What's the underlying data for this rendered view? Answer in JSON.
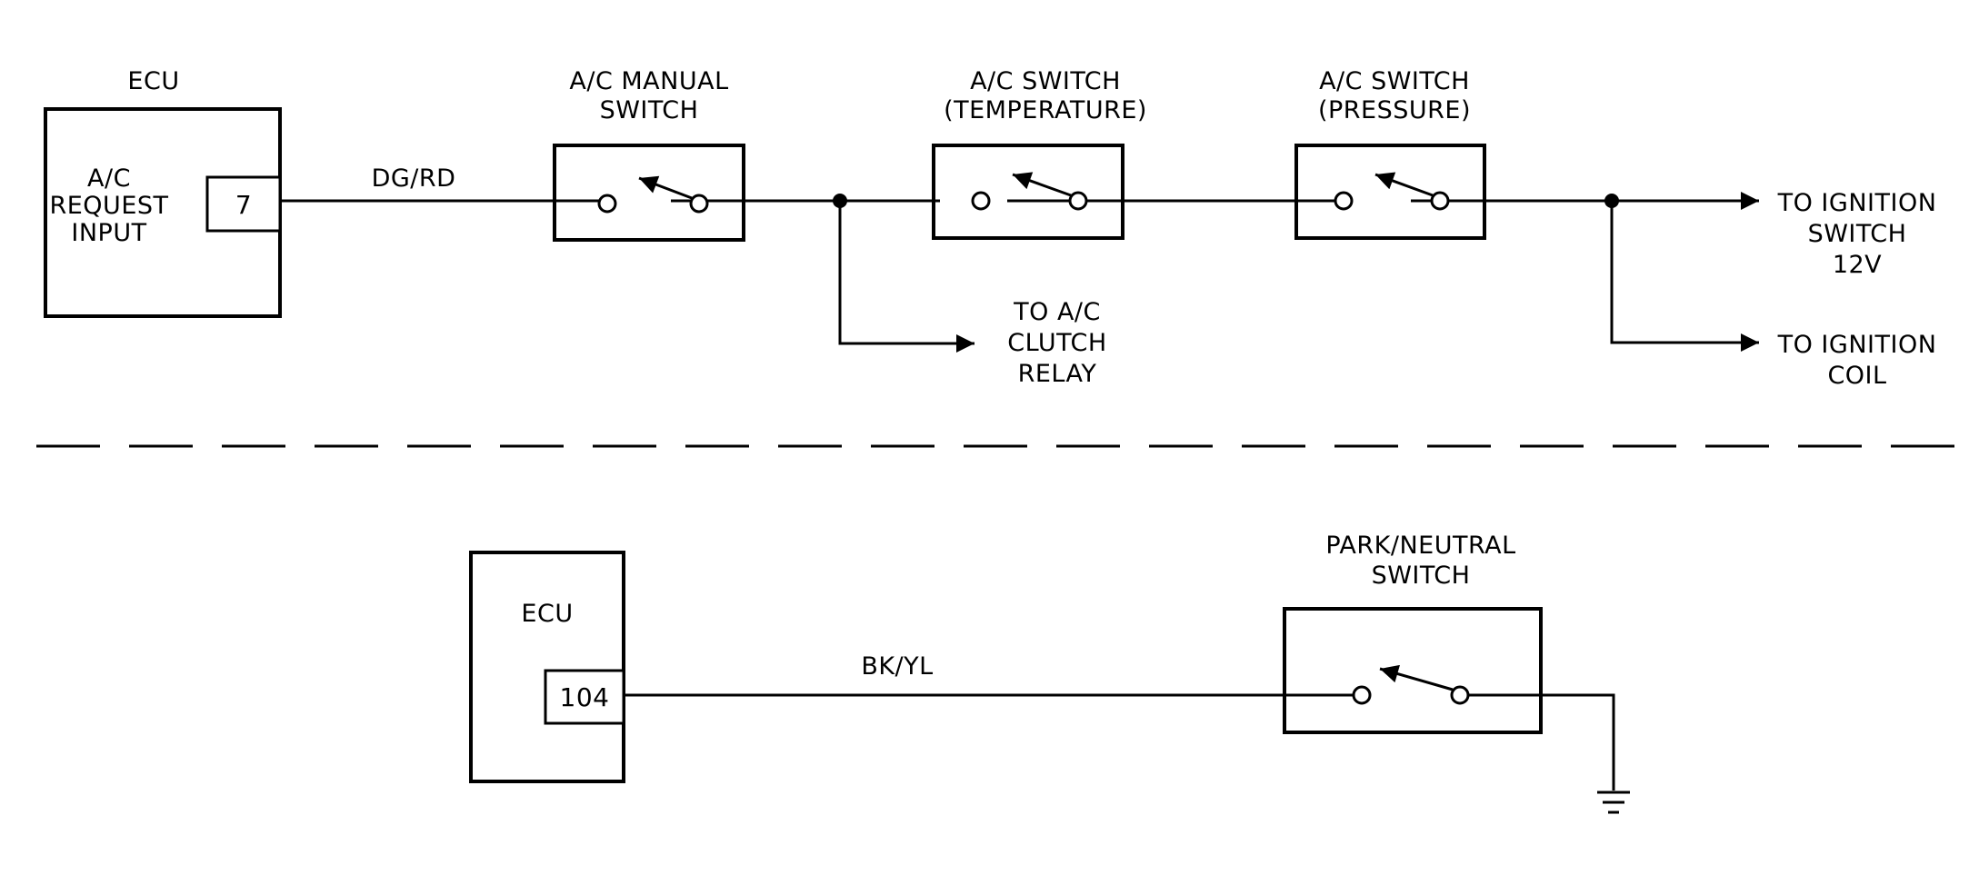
{
  "upper_circuit": {
    "ecu": {
      "title": "ECU",
      "input_label": [
        "A/C",
        "REQUEST",
        "INPUT"
      ],
      "pin": "7"
    },
    "wire_color": "DG/RD",
    "manual_switch": {
      "label": [
        "A/C MANUAL",
        "SWITCH"
      ]
    },
    "temp_switch": {
      "label": [
        "A/C SWITCH",
        "(TEMPERATURE)"
      ]
    },
    "pressure_switch": {
      "label": [
        "A/C SWITCH",
        "(PRESSURE)"
      ]
    },
    "clutch_relay_dest": [
      "TO A/C",
      "CLUTCH",
      "RELAY"
    ],
    "ignition_switch_dest": [
      "TO IGNITION",
      "SWITCH",
      "12V"
    ],
    "ignition_coil_dest": [
      "TO IGNITION",
      "COIL"
    ]
  },
  "lower_circuit": {
    "ecu": {
      "title": "ECU",
      "pin": "104"
    },
    "wire_color": "BK/YL",
    "park_neutral_switch": {
      "label": [
        "PARK/NEUTRAL",
        "SWITCH"
      ]
    }
  }
}
